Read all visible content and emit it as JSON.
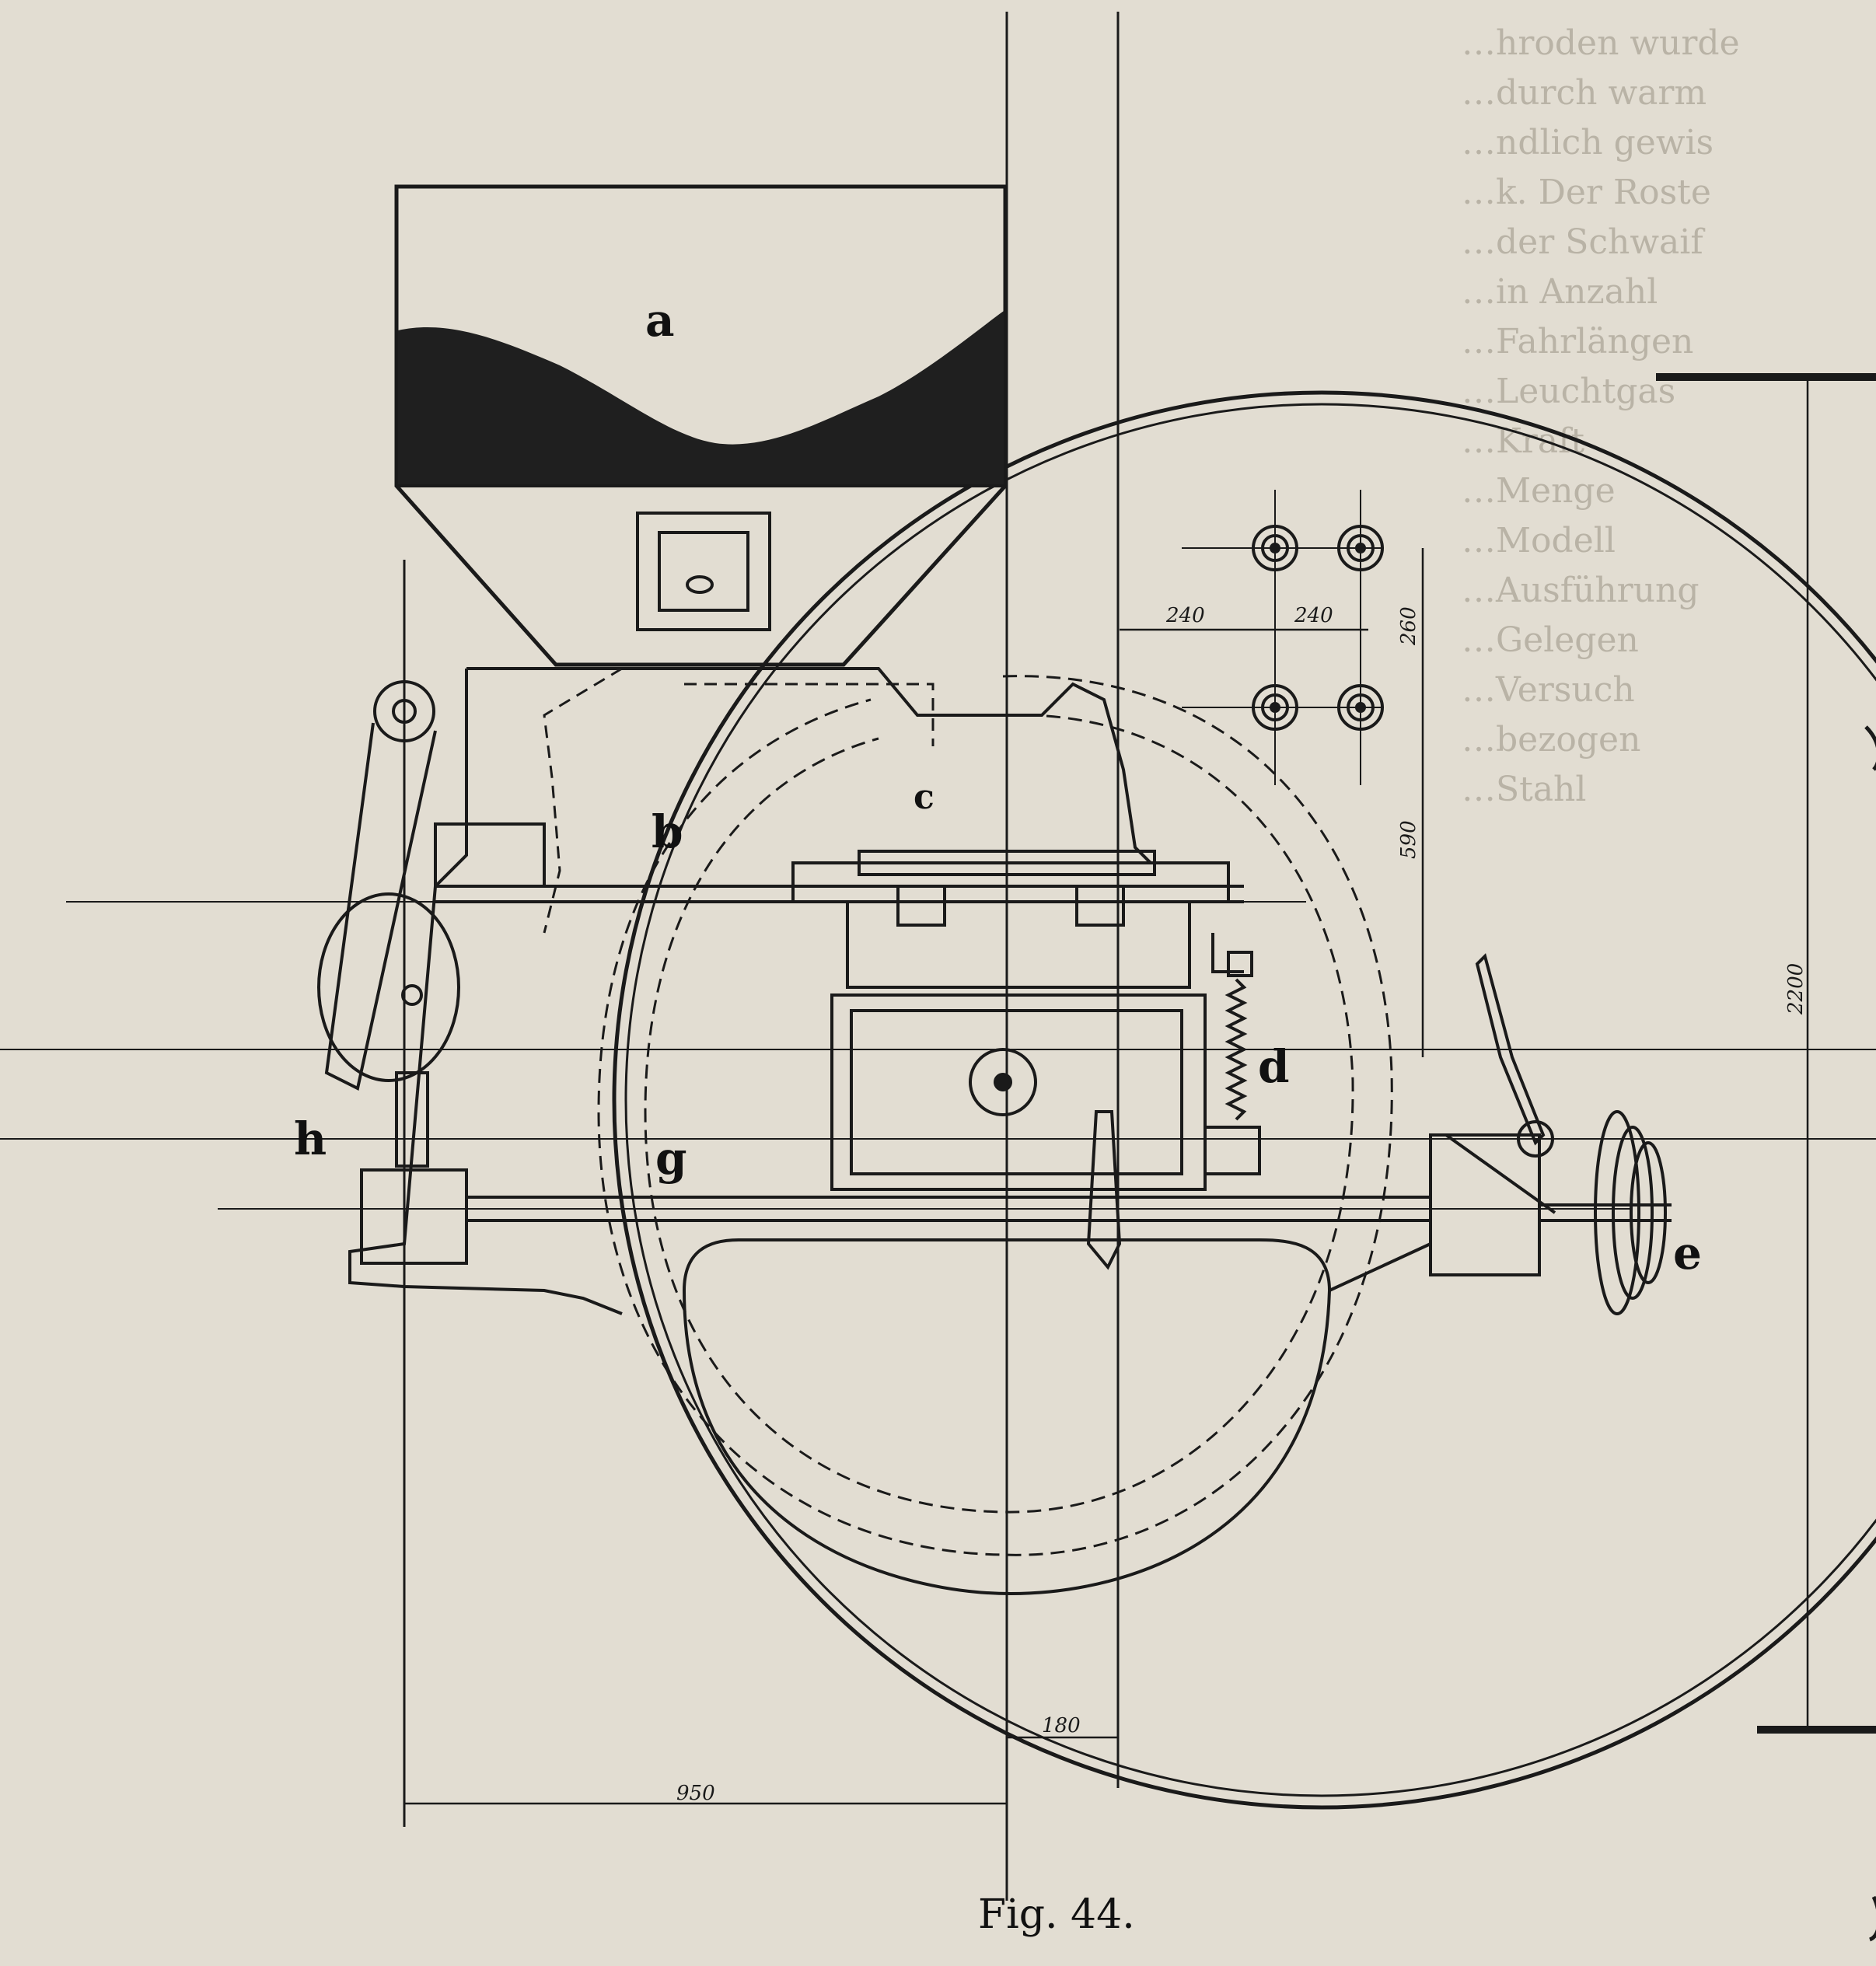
{
  "figure": {
    "caption": "Fig. 44.",
    "labels": {
      "a": "a",
      "b": "b",
      "c": "c",
      "d": "d",
      "e": "e",
      "g": "g",
      "h": "h"
    },
    "dimensions": {
      "hole_spacing_left": "240",
      "hole_spacing_right": "240",
      "hole_spacing_vertical": "260",
      "height_590": "590",
      "overall_height": "2200",
      "offset_180": "180",
      "width_950": "950"
    }
  },
  "background_text": {
    "left_column": [
      "",
      "",
      ""
    ],
    "right_column": [
      "…hroden wurde",
      "…durch warm",
      "…ndlich gewis",
      "…k. Der Roste",
      "…der Schwaif",
      "…in Anzahl",
      "…Fahrlängen",
      "…Leuchtgas",
      "…Kraft",
      "…Menge",
      "…Modell",
      "…Ausführung",
      "…Gelegen",
      "…Versuch",
      "…bezogen",
      "…Stahl"
    ]
  },
  "colors": {
    "paper": "#e2ddd2",
    "ink": "#1a1a1a",
    "bleed_text": "#b9b3a6"
  }
}
